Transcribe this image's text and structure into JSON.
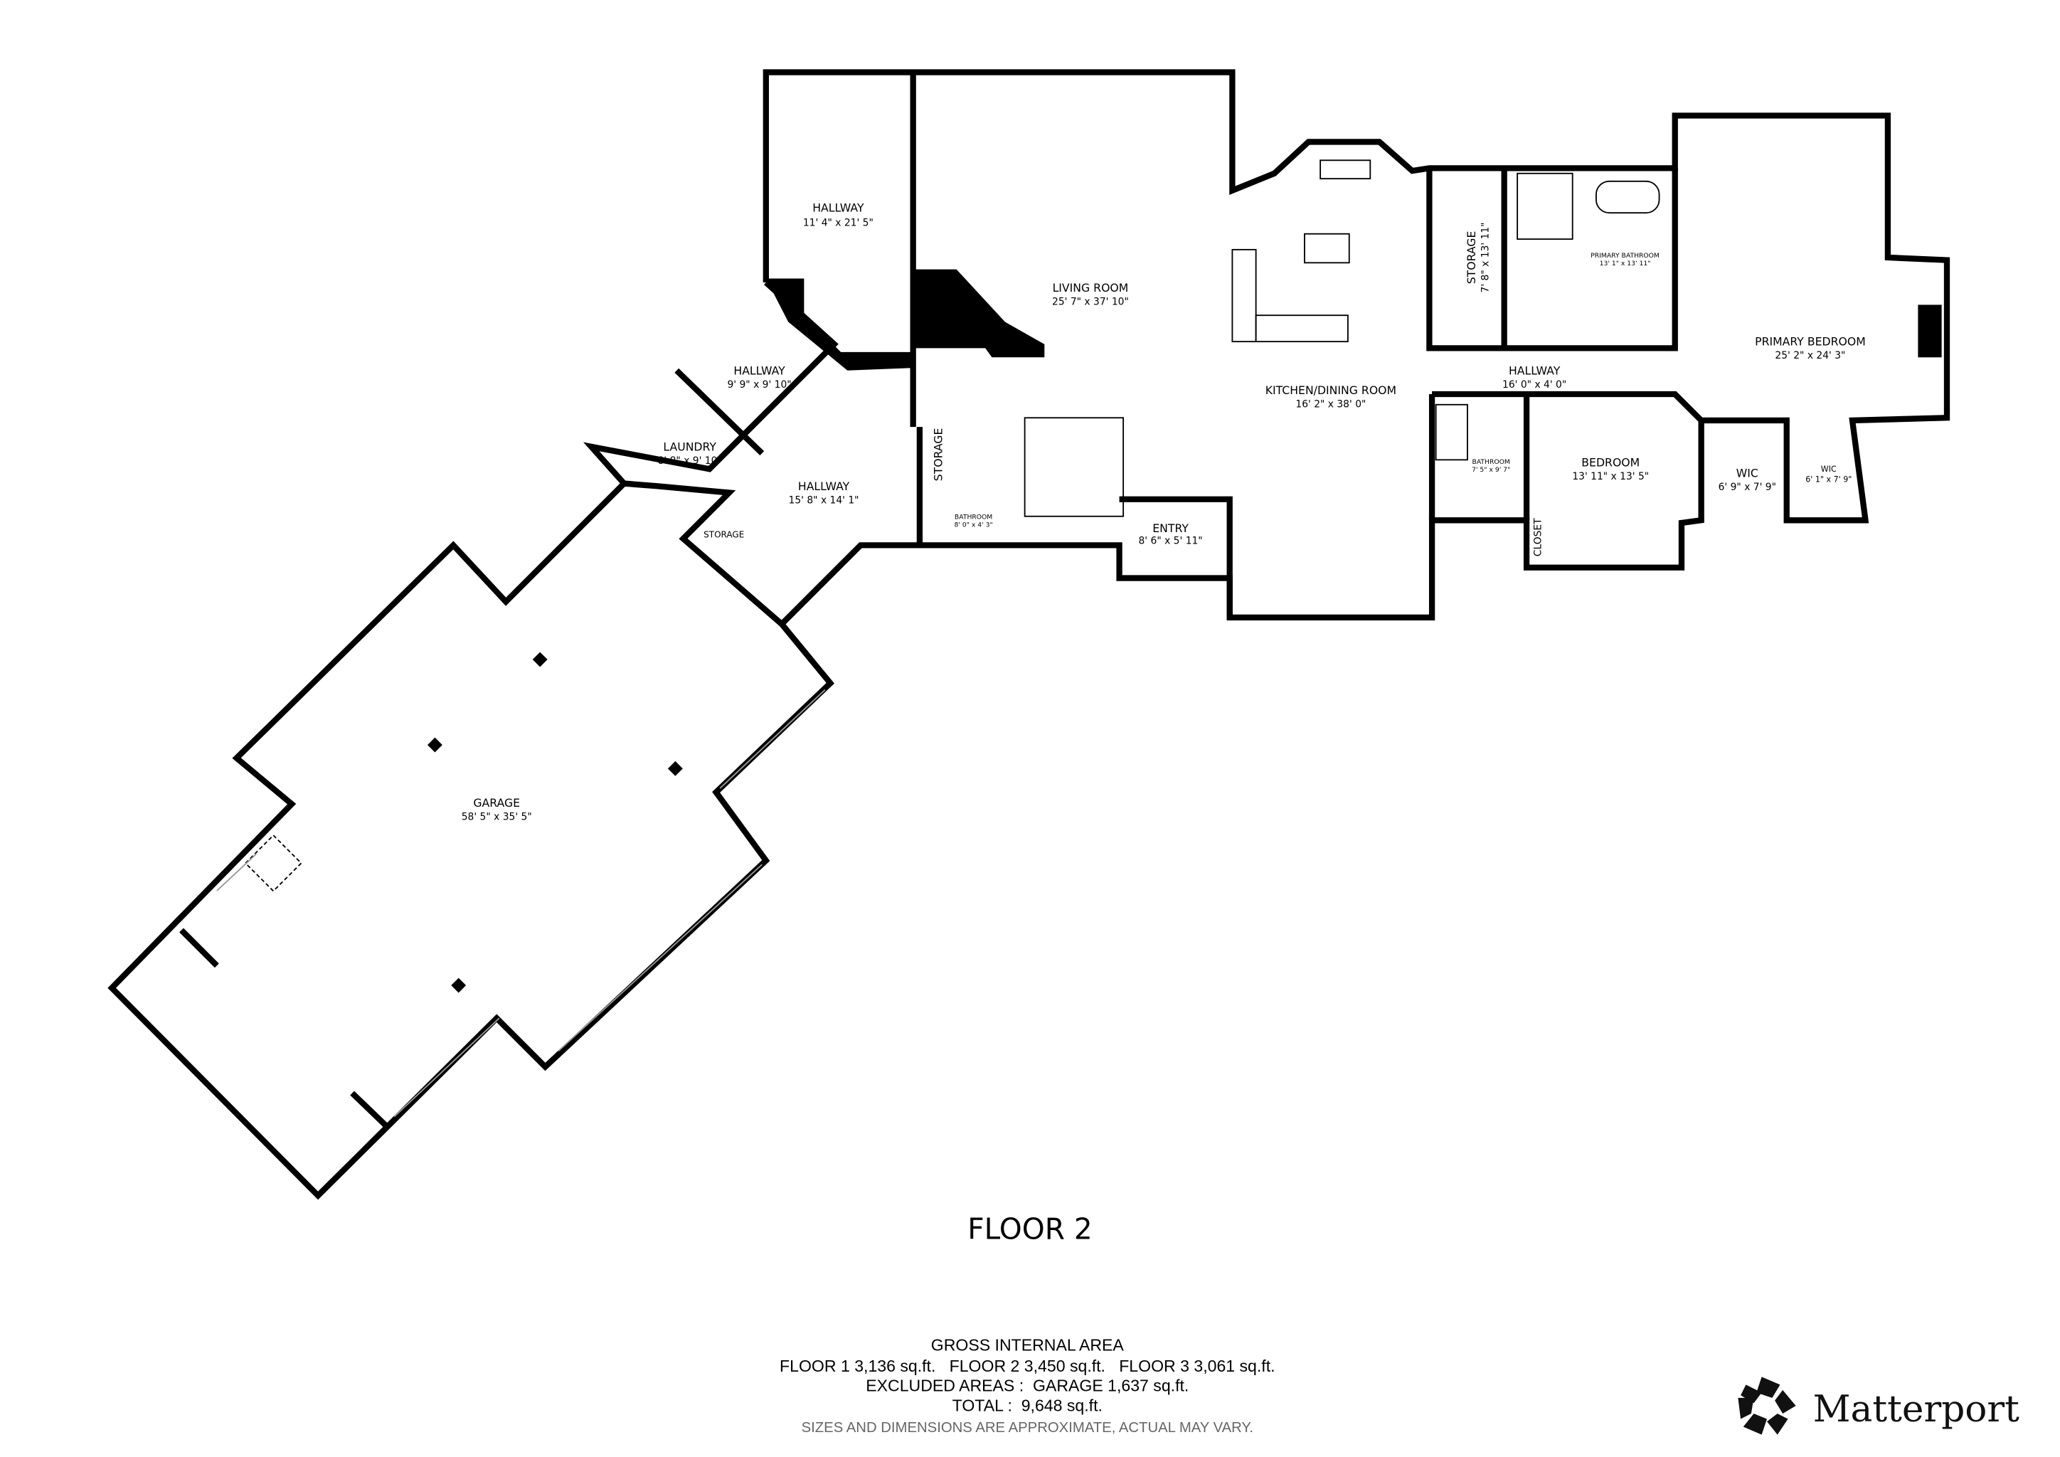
{
  "floor_title": "FLOOR 2",
  "rooms": [
    {
      "name": "HALLWAY",
      "dims": "11' 4\" x 21' 5\""
    },
    {
      "name": "LIVING ROOM",
      "dims": "25' 7\" x 37' 10\""
    },
    {
      "name": "HALLWAY",
      "dims": "9' 9\" x 9' 10\""
    },
    {
      "name": "LAUNDRY",
      "dims": "8' 8\" x 9' 10\""
    },
    {
      "name": "HALLWAY",
      "dims": "15' 8\" x 14' 1\""
    },
    {
      "name": "STORAGE",
      "dims": ""
    },
    {
      "name": "BATHROOM",
      "dims": "8' 0\" x 4' 3\""
    },
    {
      "name": "STORAGE",
      "dims": ""
    },
    {
      "name": "ENTRY",
      "dims": "8' 6\" x 5' 11\""
    },
    {
      "name": "KITCHEN/DINING ROOM",
      "dims": "16' 2\" x 38' 0\""
    },
    {
      "name": "STORAGE",
      "dims": "7' 8\" x 13' 11\""
    },
    {
      "name": "PRIMARY BATHROOM",
      "dims": "13' 1\" x 13' 11\""
    },
    {
      "name": "HALLWAY",
      "dims": "16' 0\" x 4' 0\""
    },
    {
      "name": "PRIMARY BEDROOM",
      "dims": "25' 2\" x 24' 3\""
    },
    {
      "name": "BATHROOM",
      "dims": "7' 5\" x 9' 7\""
    },
    {
      "name": "BEDROOM",
      "dims": "13' 11\" x 13' 5\""
    },
    {
      "name": "CLOSET",
      "dims": ""
    },
    {
      "name": "WIC",
      "dims": "6' 9\" x 7' 9\""
    },
    {
      "name": "WIC",
      "dims": "6' 1\" x 7' 9\""
    },
    {
      "name": "GARAGE",
      "dims": "58' 5\" x 35' 5\""
    }
  ],
  "area_summary": {
    "heading": "GROSS INTERNAL AREA",
    "floors_line": "FLOOR 1 3,136 sq.ft.   FLOOR 2 3,450 sq.ft.   FLOOR 3 3,061 sq.ft.",
    "excluded_line": "EXCLUDED AREAS :  GARAGE 1,637 sq.ft.",
    "total_line": "TOTAL :  9,648 sq.ft.",
    "disclaimer": "SIZES AND DIMENSIONS ARE APPROXIMATE, ACTUAL MAY VARY."
  },
  "logo": {
    "text": "Matterport",
    "icon": "matterport-logo-icon",
    "color": "#111111"
  }
}
